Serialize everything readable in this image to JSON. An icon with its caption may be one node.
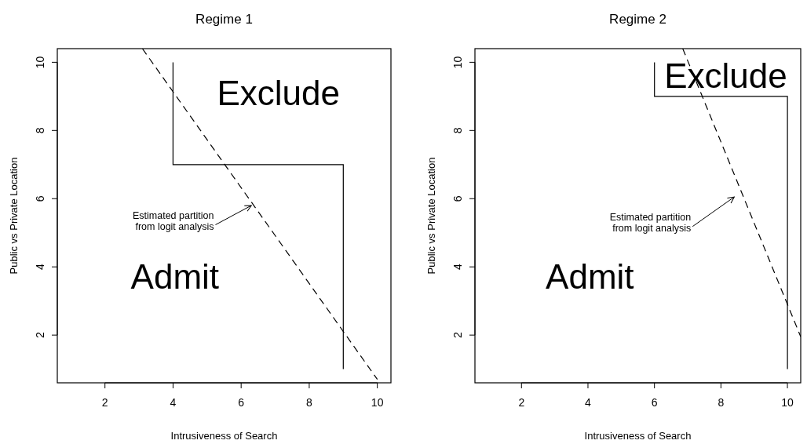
{
  "diagram": {
    "chart_data": [
      {
        "type": "line",
        "title": "Regime 1",
        "xlabel": "Intrusiveness of Search",
        "ylabel": "Public vs Private Location",
        "xlim": [
          0.6,
          10.4
        ],
        "ylim": [
          0.6,
          10.4
        ],
        "xticks": [
          2,
          4,
          6,
          8,
          10
        ],
        "yticks": [
          2,
          4,
          6,
          8,
          10
        ],
        "series": [
          {
            "color": "#000000",
            "x": [
              4,
              4,
              9,
              9
            ],
            "values": [
              10,
              7,
              7,
              1
            ]
          },
          {
            "color": "#000000",
            "line_style": "dashed",
            "x": [
              3.1,
              10
            ],
            "values": [
              10.4,
              0.7
            ]
          }
        ],
        "annotations": [
          "Exclude",
          "Admit",
          "Estimated partition from logit analysis"
        ]
      },
      {
        "type": "line",
        "title": "Regime 2",
        "xlabel": "Intrusiveness of Search",
        "ylabel": "Public vs Private Location",
        "xlim": [
          0.6,
          10.4
        ],
        "ylim": [
          0.6,
          10.4
        ],
        "xticks": [
          2,
          4,
          6,
          8,
          10
        ],
        "yticks": [
          2,
          4,
          6,
          8,
          10
        ],
        "series": [
          {
            "color": "#000000",
            "x": [
              6,
              6,
              10,
              10
            ],
            "values": [
              10,
              9,
              9,
              1
            ]
          },
          {
            "color": "#000000",
            "line_style": "dashed",
            "x": [
              6.85,
              10.4
            ],
            "values": [
              10.4,
              1.95
            ]
          }
        ],
        "annotations": [
          "Exclude",
          "Admit",
          "Estimated partition from logit analysis"
        ]
      }
    ]
  }
}
